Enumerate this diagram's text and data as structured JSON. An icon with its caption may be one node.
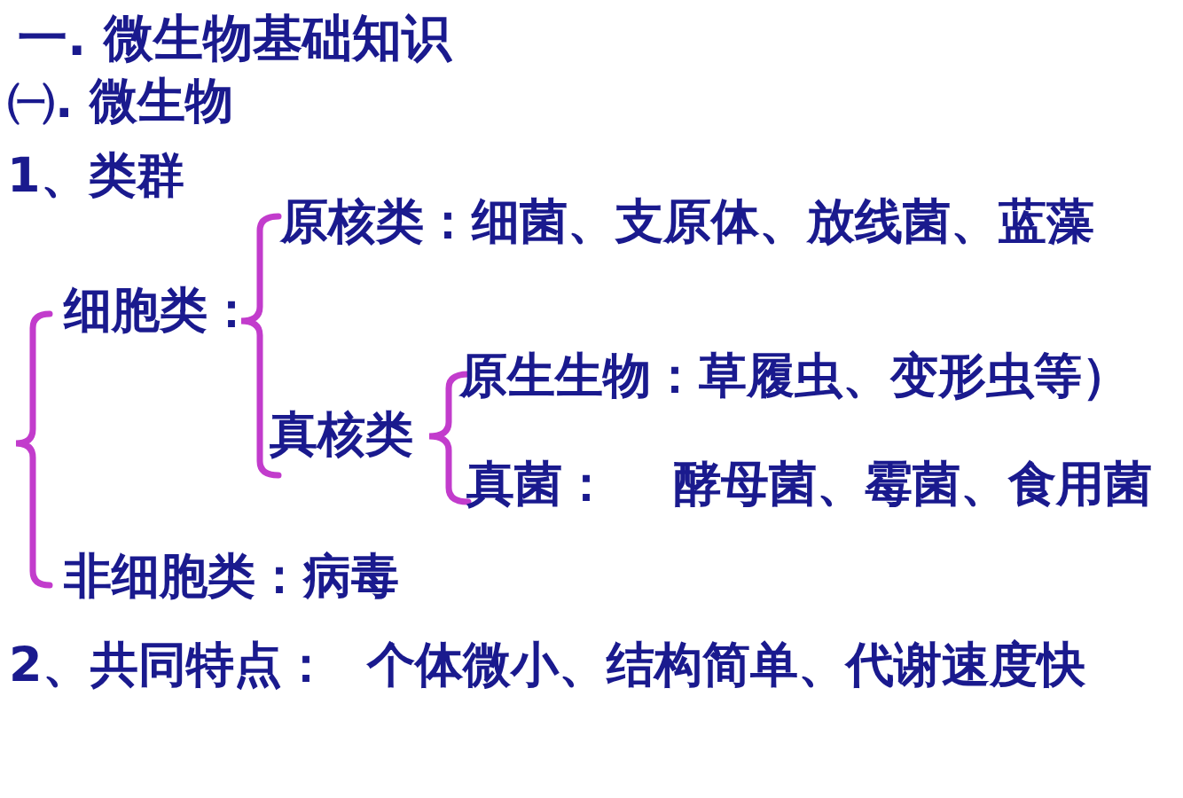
{
  "diagram": {
    "title": "一. 微生物基础知识",
    "labels": [
      "㈠. 微生物",
      "1、类群",
      "原核类：细菌、支原体、放线菌、蓝藻",
      "细胞类：",
      "原生生物：草履虫、变形虫等）",
      "真核类",
      "真菌： 酵母菌、霉菌、食用菌",
      "非细胞类：病毒",
      "2、共同特点： 个体微小、结构简单、代谢速度快"
    ]
  }
}
